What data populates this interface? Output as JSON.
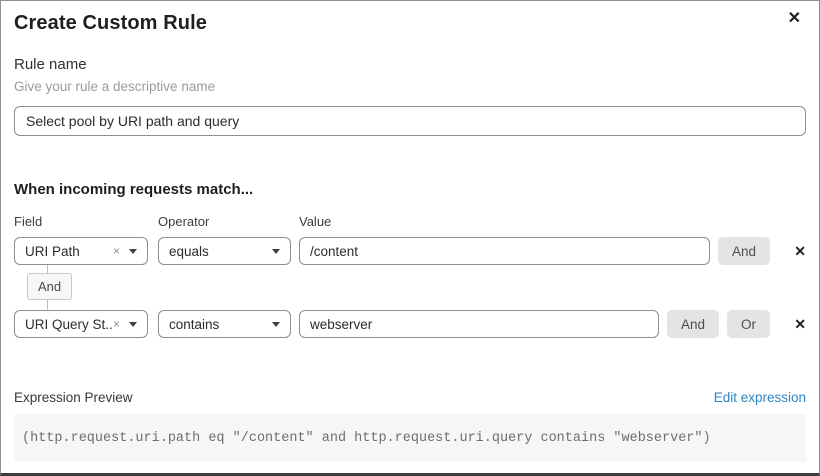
{
  "dialog": {
    "title": "Create Custom Rule",
    "close_icon": "✕"
  },
  "rule_name": {
    "label": "Rule name",
    "hint": "Give your rule a descriptive name",
    "value": "Select pool by URI path and query"
  },
  "matcher": {
    "heading": "When incoming requests match...",
    "columns": {
      "field": "Field",
      "operator": "Operator",
      "value": "Value"
    },
    "connector_label": "And",
    "rows": [
      {
        "field": "URI Path",
        "clear_icon": "×",
        "operator": "equals",
        "value": "/content",
        "buttons": [
          "And"
        ],
        "delete_icon": "✕"
      },
      {
        "field": "URI Query St...",
        "clear_icon": "×",
        "operator": "contains",
        "value": "webserver",
        "buttons": [
          "And",
          "Or"
        ],
        "delete_icon": "✕"
      }
    ]
  },
  "preview": {
    "label": "Expression Preview",
    "edit_link": "Edit expression",
    "expression": "(http.request.uri.path eq \"/content\" and http.request.uri.query contains \"webserver\")"
  },
  "colors": {
    "link_blue": "#2e86c0",
    "logic_button_bg": "#e4e4e4",
    "code_bg": "#f6f6f6",
    "input_border": "#8e8e8e"
  }
}
